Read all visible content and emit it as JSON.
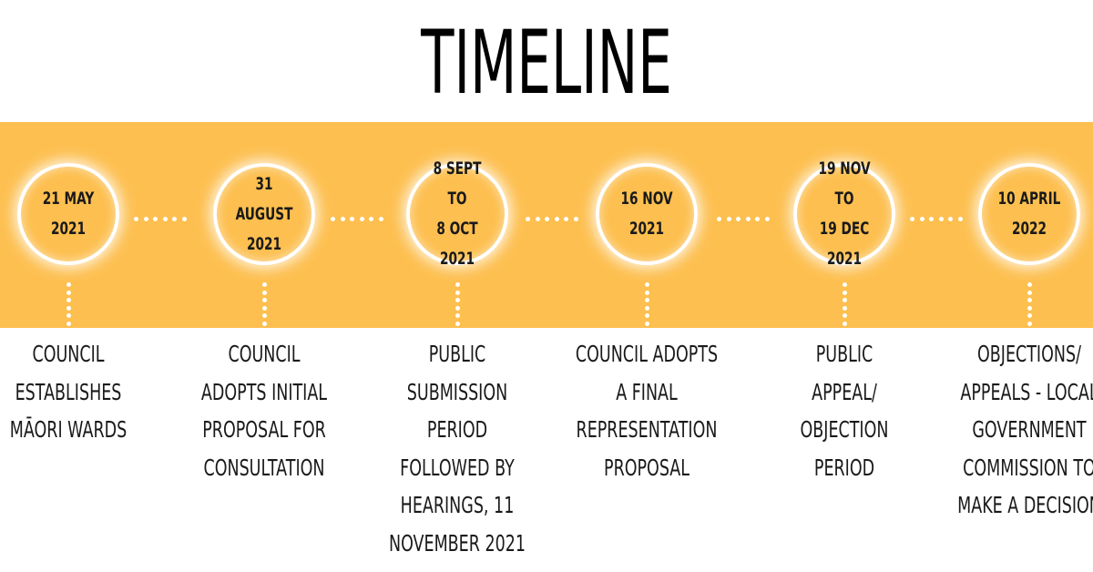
{
  "title": "TIMELINE",
  "colors": {
    "band": "#fdbf4f",
    "ring": "#ffffff",
    "text": "#1a1a1a",
    "title": "#000000"
  },
  "events": [
    {
      "date": "21 MAY 2021",
      "description": [
        "COUNCIL",
        "ESTABLISHES",
        "MĀORI WARDS"
      ]
    },
    {
      "date": "31 AUGUST\n2021",
      "description": [
        "COUNCIL",
        "ADOPTS INITIAL",
        "PROPOSAL FOR",
        "CONSULTATION"
      ]
    },
    {
      "date": "8 SEPT TO\n8 OCT 2021",
      "description": [
        "PUBLIC",
        "SUBMISSION",
        "PERIOD",
        "FOLLOWED BY",
        "HEARINGS, 11",
        "NOVEMBER 2021"
      ]
    },
    {
      "date": "16 NOV 2021",
      "description": [
        "COUNCIL ADOPTS",
        "A FINAL",
        "REPRESENTATION",
        "PROPOSAL"
      ]
    },
    {
      "date": "19 NOV TO\n19 DEC 2021",
      "description": [
        "PUBLIC",
        "APPEAL/",
        "OBJECTION",
        "PERIOD"
      ]
    },
    {
      "date": "10 APRIL\n2022",
      "description": [
        "OBJECTIONS/",
        "APPEALS - LOCAL",
        "GOVERNMENT",
        "COMMISSION TO",
        "MAKE A DECISION"
      ]
    }
  ]
}
